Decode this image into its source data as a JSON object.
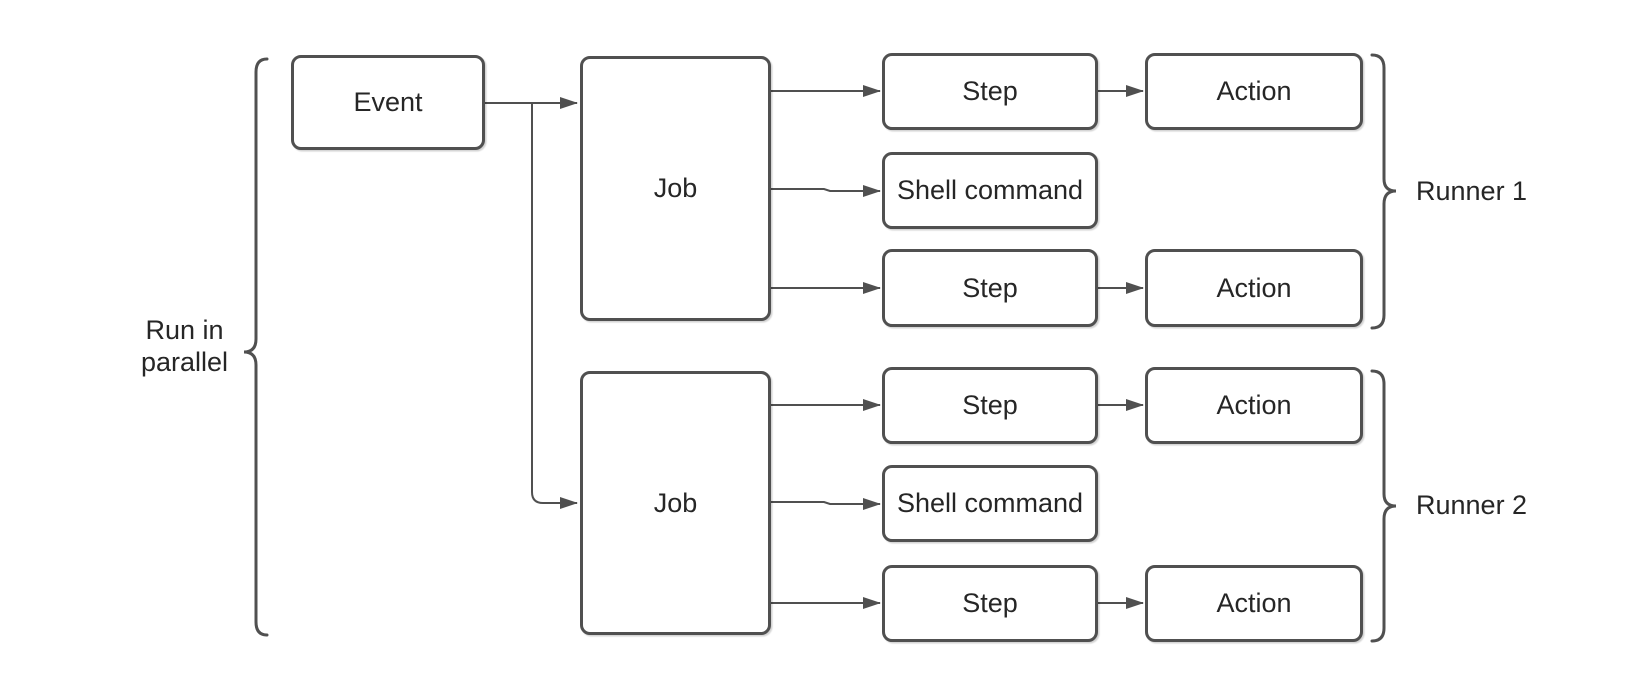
{
  "diagram": {
    "colors": {
      "background": "#ffffff",
      "stroke": "#505050",
      "text": "#262626"
    },
    "nodes": {
      "event": "Event",
      "job1": "Job",
      "job2": "Job",
      "runner1": {
        "step1": "Step",
        "shell": "Shell command",
        "step2": "Step",
        "action1": "Action",
        "action2": "Action"
      },
      "runner2": {
        "step1": "Step",
        "shell": "Shell command",
        "step2": "Step",
        "action1": "Action",
        "action2": "Action"
      }
    },
    "annotations": {
      "parallel_line1": "Run in",
      "parallel_line2": "parallel",
      "runner1": "Runner 1",
      "runner2": "Runner 2"
    }
  }
}
